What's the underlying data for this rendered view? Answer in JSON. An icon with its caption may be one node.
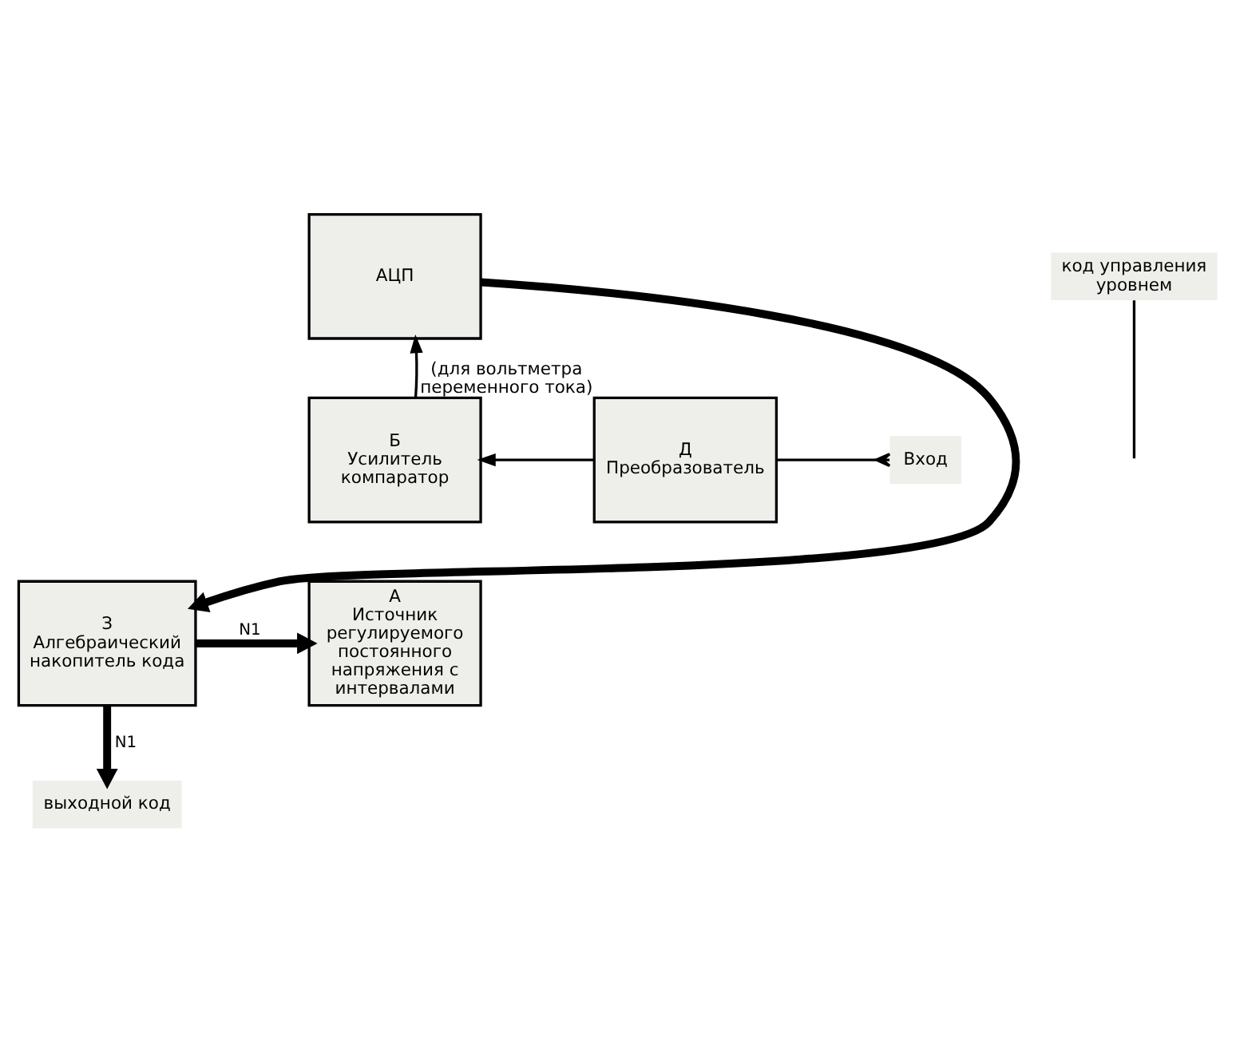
{
  "diagram": {
    "nodes": [
      {
        "text": [
          "АЦП"
        ]
      },
      {
        "text": [
          "Б",
          "Усилитель компаратор"
        ]
      },
      {
        "text": [
          "Д",
          "Преобразователь"
        ],
        "beside": [
          "(для вольтметра переменного тока)"
        ]
      },
      {
        "text": [
          "Вход"
        ]
      },
      {
        "text": [
          "З",
          "Алгебраический накопитель кода"
        ]
      },
      {
        "text": [
          "А",
          "Источник регулируемого постоянного напряжения с интервалами"
        ]
      },
      {
        "text": [
          "код управления уровнем"
        ]
      },
      {
        "text": [
          "выходной код"
        ]
      }
    ],
    "edges": [
      {
        "from": 1,
        "to": 0,
        "arrow": "to"
      },
      {
        "from": 2,
        "to": 1,
        "arrow": "to"
      },
      {
        "from": 3,
        "to": 2,
        "arrow": "other"
      },
      {
        "from": 0,
        "to": 4,
        "arrow": "to",
        "style": "thick"
      },
      {
        "from": 4,
        "to": 5,
        "arrow": "to",
        "style": "thick",
        "label": "N1"
      },
      {
        "from": 4,
        "to": 7,
        "arrow": "to",
        "style": "thick",
        "label": "N1"
      },
      {
        "from": 6,
        "to": null,
        "arrow": "none"
      }
    ]
  }
}
